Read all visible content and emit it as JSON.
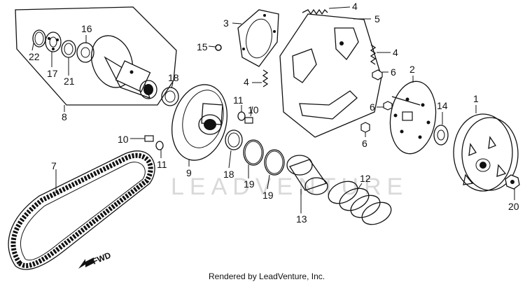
{
  "diagram": {
    "part_labels": [
      "1",
      "2",
      "3",
      "4",
      "4",
      "4",
      "5",
      "6",
      "6",
      "6",
      "7",
      "8",
      "9",
      "10",
      "10",
      "11",
      "11",
      "12",
      "13",
      "14",
      "15",
      "16",
      "17",
      "18",
      "18",
      "19",
      "19",
      "20",
      "21",
      "22"
    ],
    "fwd_marker": "FWD",
    "watermark": "LEADVENTURE",
    "credit": "Rendered by LeadVenture, Inc."
  }
}
